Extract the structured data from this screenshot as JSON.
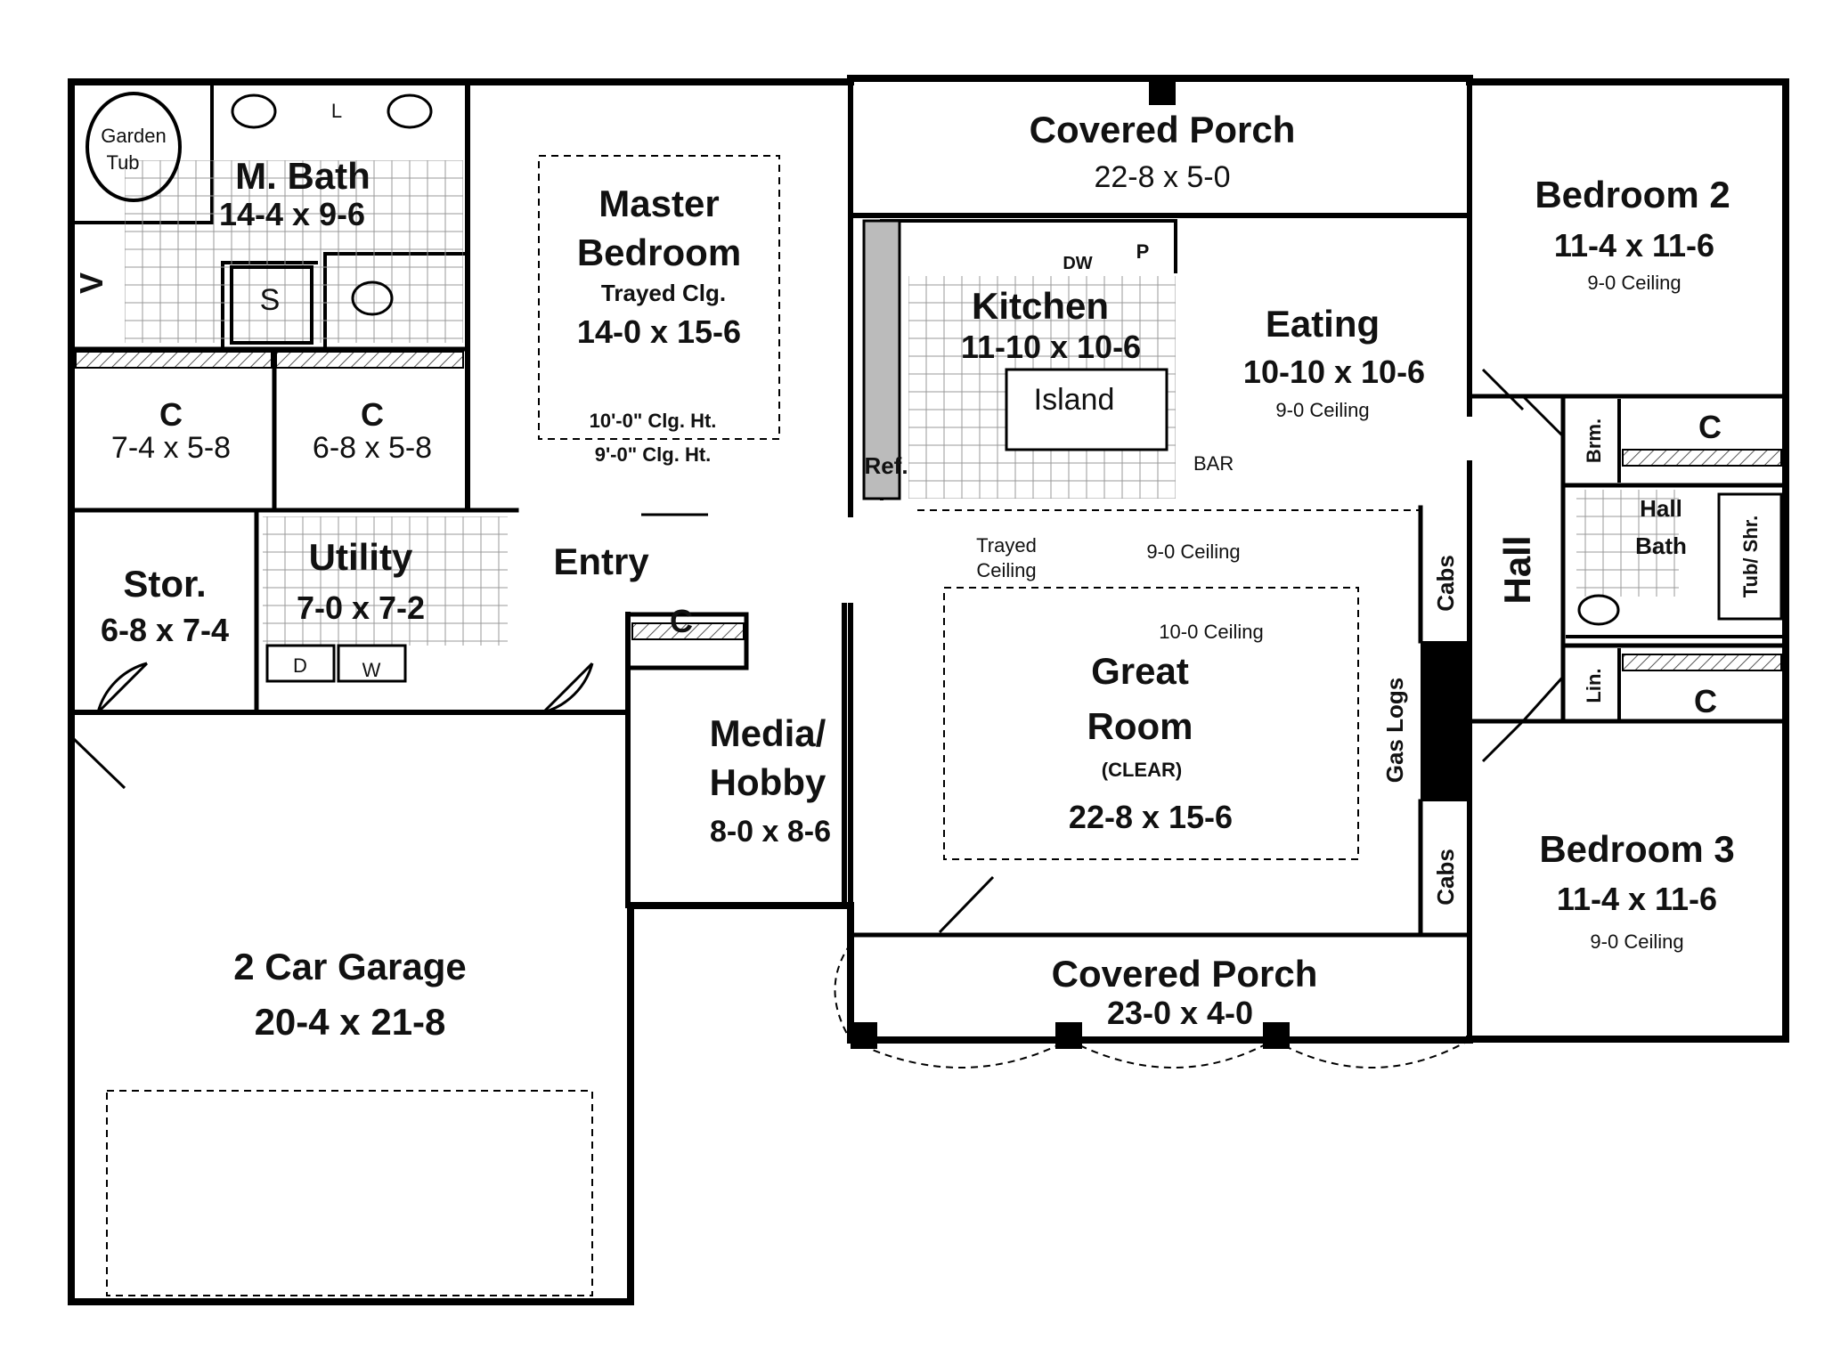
{
  "rooms": {
    "garden_tub": {
      "line1": "Garden",
      "line2": "Tub"
    },
    "lav": "L",
    "m_bath": {
      "name": "M. Bath",
      "dim": "14-4 x 9-6"
    },
    "vanity": "V",
    "shower": "S",
    "closet1": {
      "name": "C",
      "dim": "7-4 x 5-8"
    },
    "closet2": {
      "name": "C",
      "dim": "6-8 x 5-8"
    },
    "master": {
      "name1": "Master",
      "name2": "Bedroom",
      "note": "Trayed Clg.",
      "dim": "14-0 x 15-6",
      "clg1": "10'-0\" Clg. Ht.",
      "clg2": "9'-0\" Clg. Ht."
    },
    "porch_top": {
      "name": "Covered Porch",
      "dim": "22-8 x 5-0"
    },
    "kitchen": {
      "name": "Kitchen",
      "dim": "11-10 x 10-6",
      "dw": "DW",
      "pantry": "P",
      "island": "Island",
      "bar": "BAR",
      "ref": "Ref."
    },
    "eating": {
      "name": "Eating",
      "dim": "10-10 x 10-6",
      "ceiling": "9-0 Ceiling"
    },
    "bedroom2": {
      "name": "Bedroom 2",
      "dim": "11-4 x 11-6",
      "ceiling": "9-0 Ceiling"
    },
    "closet_b2": "C",
    "broom": "Brm.",
    "hall": "Hall",
    "hall_bath": {
      "line1": "Hall",
      "line2": "Bath",
      "tub": "Tub/ Shr."
    },
    "linen": "Lin.",
    "closet_b3": "C",
    "bedroom3": {
      "name": "Bedroom 3",
      "dim": "11-4 x 11-6",
      "ceiling": "9-0 Ceiling"
    },
    "stor": {
      "name": "Stor.",
      "dim": "6-8 x 7-4"
    },
    "utility": {
      "name": "Utility",
      "dim": "7-0 x 7-2",
      "dryer": "D",
      "washer": "W"
    },
    "entry": "Entry",
    "closet_entry": "C",
    "media": {
      "name1": "Media/",
      "name2": "Hobby",
      "dim": "8-0 x 8-6"
    },
    "great_room": {
      "name1": "Great",
      "name2": "Room",
      "note": "(CLEAR)",
      "dim": "22-8 x 15-6",
      "trayed1": "Trayed",
      "trayed2": "Ceiling",
      "clg9": "9-0 Ceiling",
      "clg10": "10-0 Ceiling",
      "cabs": "Cabs",
      "gas": "Gas Logs"
    },
    "porch_bottom": {
      "name": "Covered Porch",
      "dim": "23-0 x 4-0"
    },
    "garage": {
      "name": "2 Car Garage",
      "dim": "20-4 x 21-8"
    }
  }
}
